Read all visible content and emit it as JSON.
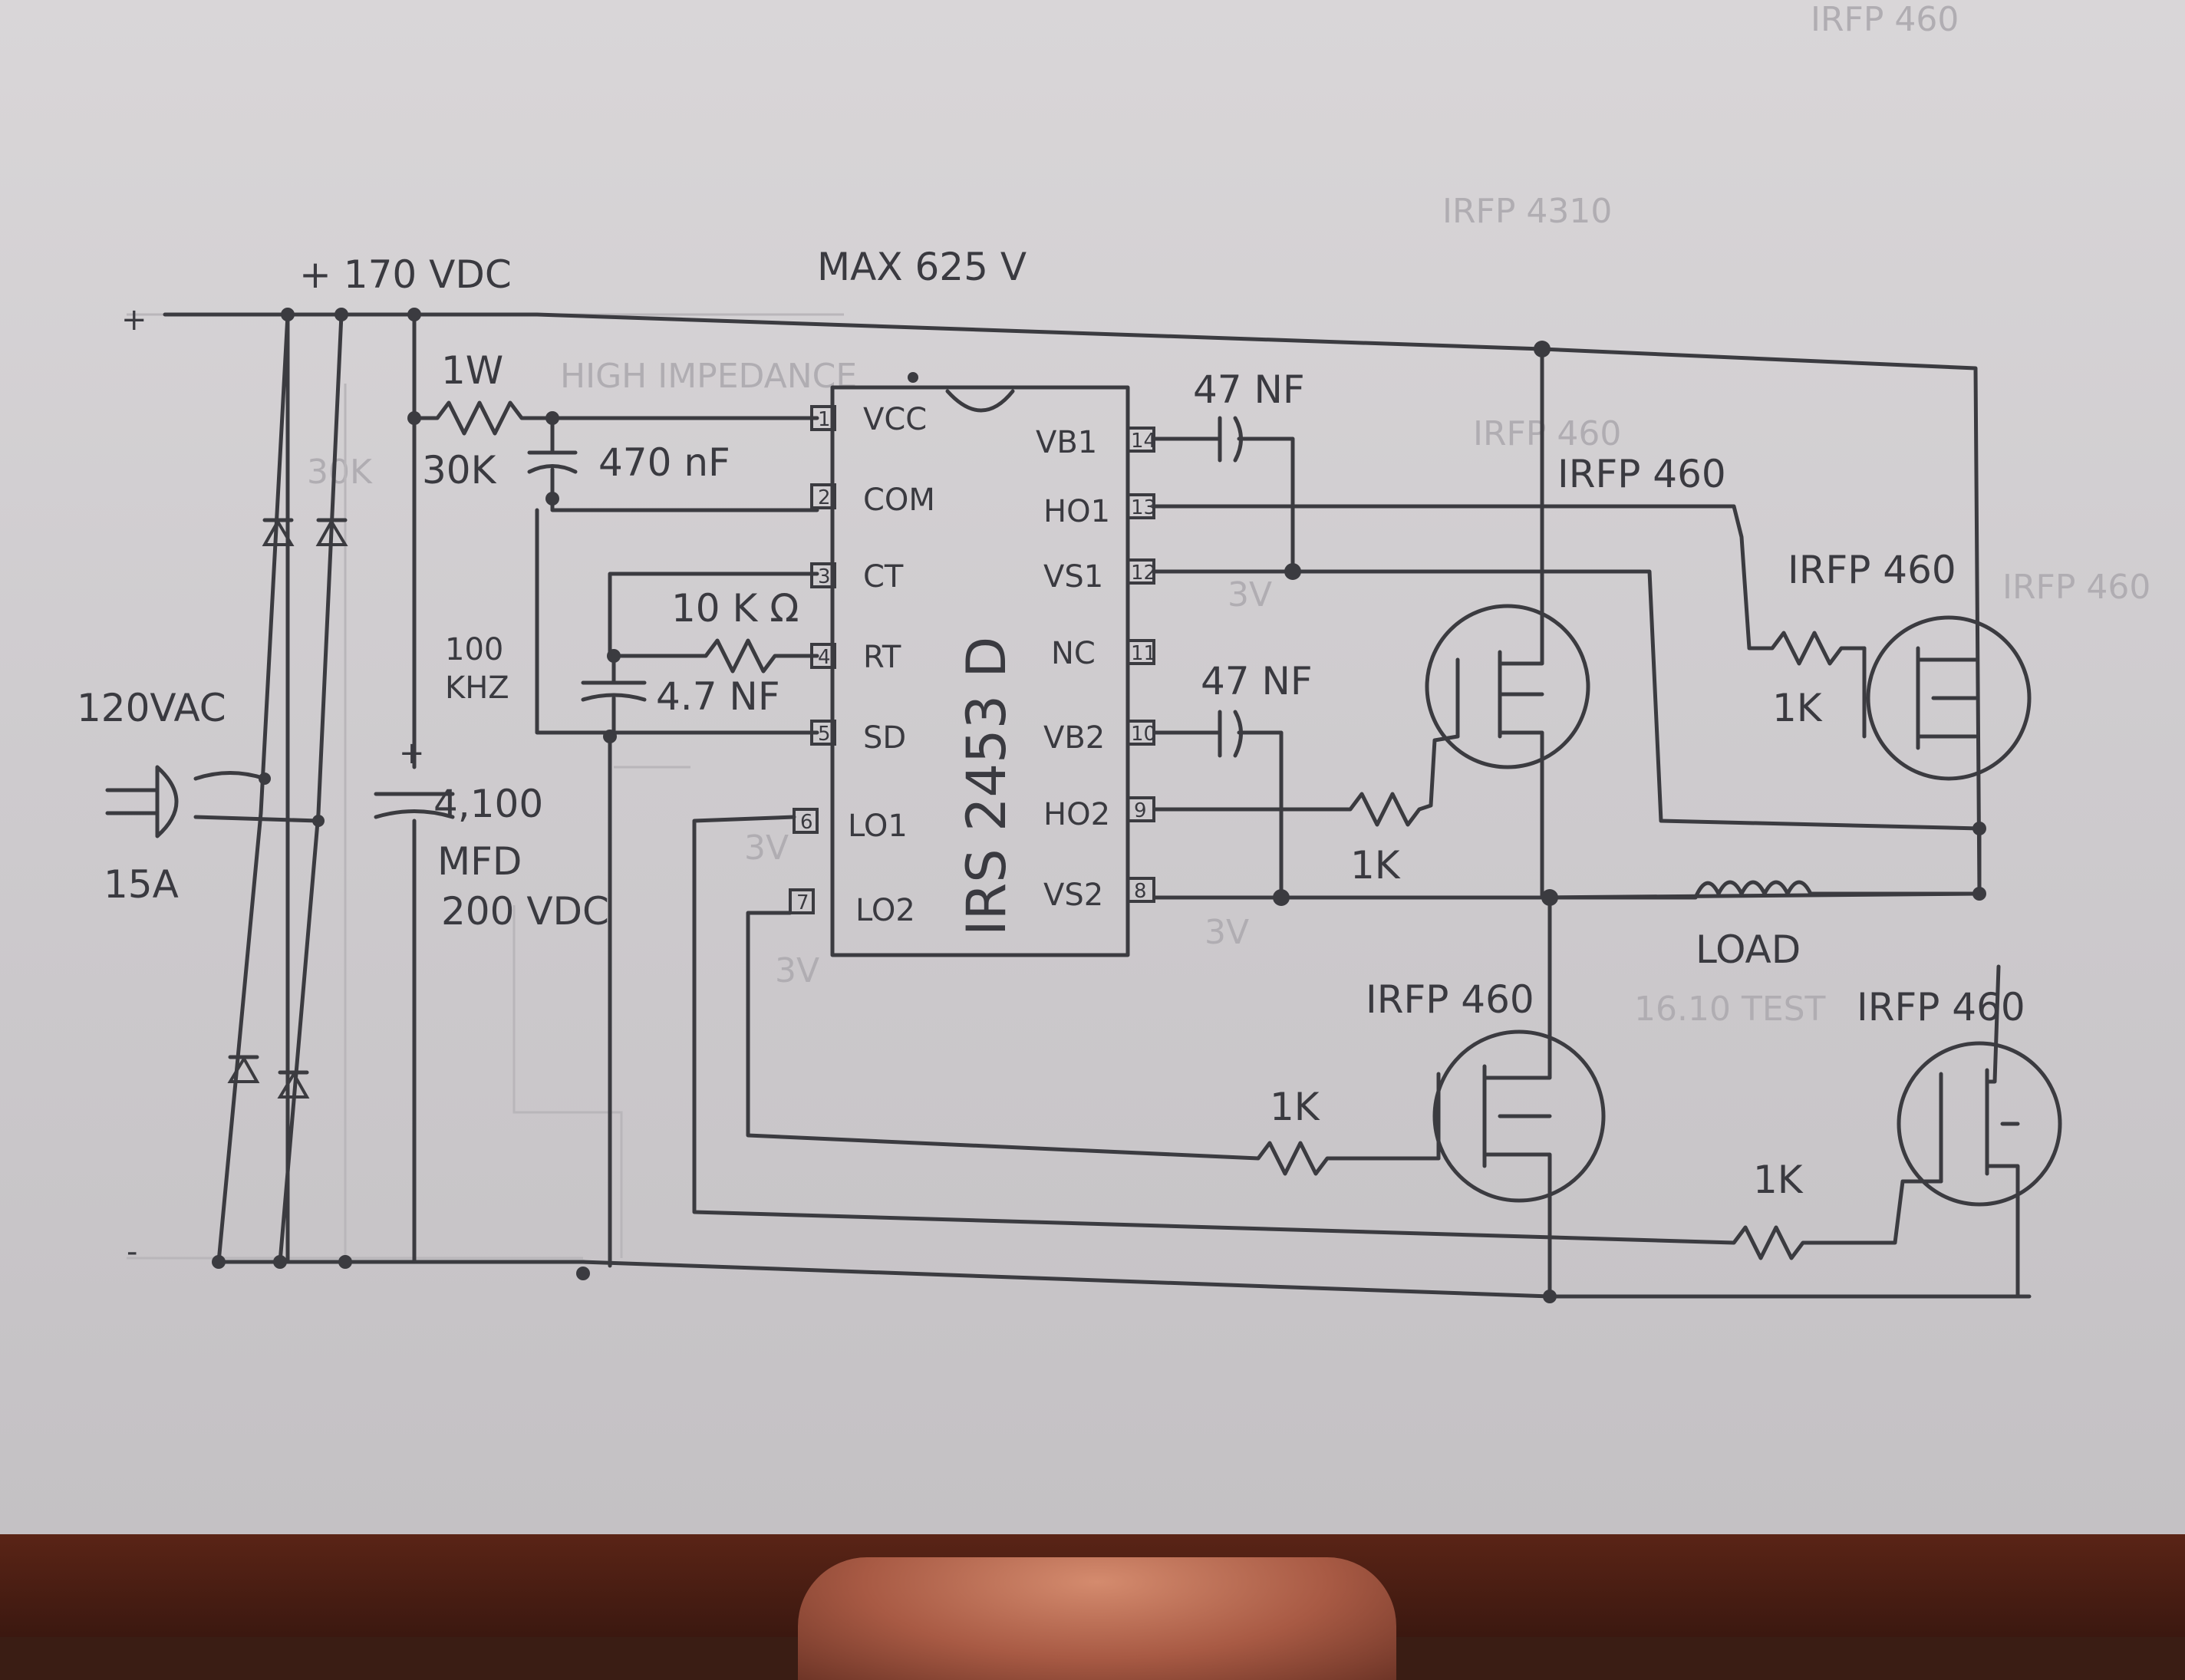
{
  "title": "MAX 625 V",
  "top_faint": [
    "IRFP 460",
    "IRFP 4310"
  ],
  "supply": {
    "rail": "+ 170 VDC",
    "plus": "+",
    "minus": "-"
  },
  "input": {
    "voltage": "120VAC",
    "fuse": "15A"
  },
  "faint_notes": [
    "HIGH IMPEDANCE",
    "30K"
  ],
  "resistor_vcc": {
    "power": "1W",
    "value": "30K"
  },
  "cap_vcc": "470 nF",
  "bulk_cap": {
    "value": "4,100",
    "unit": "MFD",
    "rating": "200 VDC",
    "polarity": "+"
  },
  "timing": {
    "resistor": "10 K Ω",
    "capacitor": "4.7 NF",
    "freq1": "100",
    "freq2": "KHZ"
  },
  "chip": {
    "name": "IRS 2453 D",
    "left_pins": [
      {
        "num": "1",
        "name": "VCC"
      },
      {
        "num": "2",
        "name": "COM"
      },
      {
        "num": "3",
        "name": "CT"
      },
      {
        "num": "4",
        "name": "RT"
      },
      {
        "num": "5",
        "name": "SD"
      },
      {
        "num": "6",
        "name": "LO1"
      },
      {
        "num": "7",
        "name": "LO2"
      }
    ],
    "right_pins": [
      {
        "num": "14",
        "name": "VB1"
      },
      {
        "num": "13",
        "name": "HO1"
      },
      {
        "num": "12",
        "name": "VS1"
      },
      {
        "num": "11",
        "name": "NC"
      },
      {
        "num": "10",
        "name": "VB2"
      },
      {
        "num": "9",
        "name": "HO2"
      },
      {
        "num": "8",
        "name": "VS2"
      }
    ]
  },
  "bootstrap_caps": [
    "47 NF",
    "47 NF"
  ],
  "gate_resistor": "1K",
  "mosfets": [
    "IRFP 460",
    "IRFP 460",
    "IRFP 460",
    "IRFP 460"
  ],
  "faint_mosfet": [
    "IRFP 460",
    "IRFP 460"
  ],
  "load": {
    "label": "LOAD",
    "sub": "16.10 TEST"
  },
  "volt_marks": [
    "3V",
    "3V",
    "3V",
    "3V"
  ]
}
